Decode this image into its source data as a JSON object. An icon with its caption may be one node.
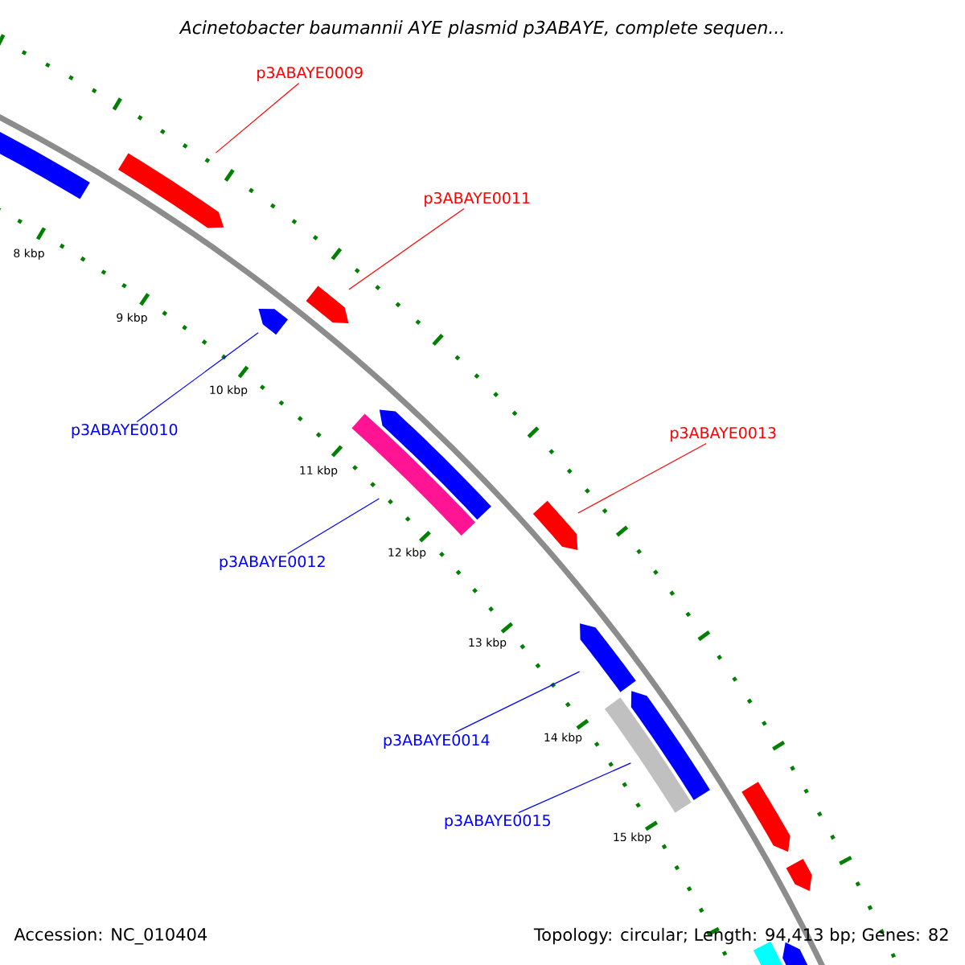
{
  "diagram": {
    "title": "Acinetobacter baumannii AYE plasmid p3ABAYE, complete sequen...",
    "nodes": [
      {
        "text": [
          "p3ABAYE0009"
        ]
      },
      {
        "text": [],
        "shape": "bar"
      },
      {
        "text": [
          "p3ABAYE0011"
        ]
      },
      {
        "text": [],
        "shape": "bar"
      },
      {
        "text": [
          "p3ABAYE0010"
        ]
      },
      {
        "text": [],
        "shape": "bar"
      },
      {
        "text": [
          "p3ABAYE0013"
        ]
      },
      {
        "text": [],
        "shape": "bar"
      },
      {
        "text": [
          "p3ABAYE0012"
        ]
      },
      {
        "text": [],
        "shape": "bar"
      },
      {
        "text": [
          "p3ABAYE0014"
        ]
      },
      {
        "text": [],
        "shape": "bar"
      },
      {
        "text": [
          "p3ABAYE0015"
        ]
      },
      {
        "text": [],
        "shape": "bar"
      }
    ],
    "edges": [
      {
        "from": 0,
        "to": 1,
        "arrow": "none",
        "color": "#ff0000"
      },
      {
        "from": 2,
        "to": 3,
        "arrow": "none",
        "color": "#ff0000"
      },
      {
        "from": 4,
        "to": 5,
        "arrow": "none"
      },
      {
        "from": 6,
        "to": 7,
        "arrow": "none",
        "color": "#ff0000"
      },
      {
        "from": 8,
        "to": 9,
        "arrow": "none"
      },
      {
        "from": 10,
        "to": 11,
        "arrow": "none"
      },
      {
        "from": 12,
        "to": 13,
        "arrow": "none"
      }
    ],
    "labels": [
      "8 kbp",
      "9 kbp",
      "10 kbp",
      "11 kbp",
      "12 kbp",
      "13 kbp",
      "14 kbp",
      "15 kbp",
      "Accession: NC_010404",
      "Topology: circular; Length: 94,413 bp; Genes: 82"
    ]
  }
}
